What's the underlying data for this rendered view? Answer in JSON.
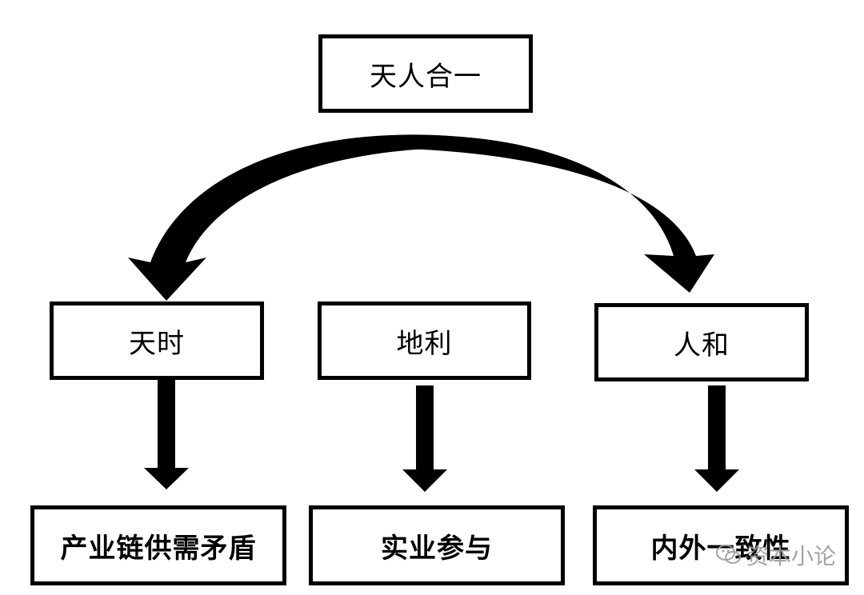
{
  "nodes": {
    "root": "天人合一",
    "left": "天时",
    "middle": "地利",
    "right": "人和",
    "left_child": "产业链供需矛盾",
    "middle_child": "实业参与",
    "right_child": "内外一致性"
  },
  "watermark": {
    "text": "资本小论",
    "icon": "wechat-icon"
  },
  "colors": {
    "line": "#000000",
    "background": "#ffffff",
    "watermark": "#9a9a9a"
  }
}
